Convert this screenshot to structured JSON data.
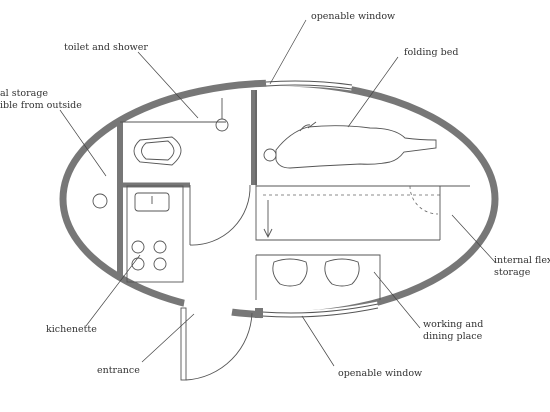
{
  "labels": {
    "openable_window_top": "openable window",
    "toilet_and_shower": "toilet and shower",
    "folding_bed": "folding bed",
    "external_storage_line1": "al storage",
    "external_storage_line2": "ible from outside",
    "internal_storage_line1": "internal flexibl",
    "internal_storage_line2": "storage",
    "kitchenette": "kichenette",
    "working_line1": "working and",
    "working_line2": "dining place",
    "entrance": "entrance",
    "openable_window_bottom": "openable window"
  }
}
